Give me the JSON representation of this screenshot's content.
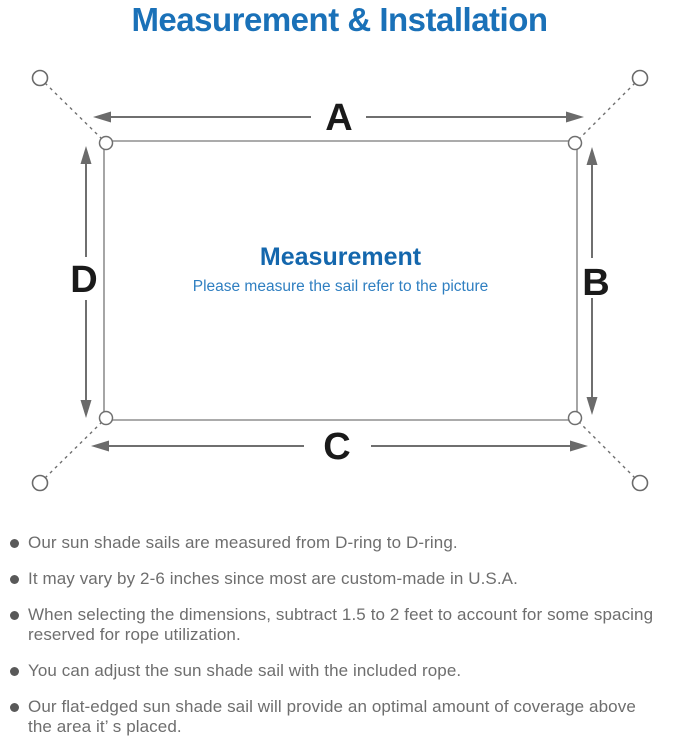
{
  "title": {
    "text": "Measurement & Installation",
    "color": "#1a71b8"
  },
  "diagram": {
    "labels": {
      "top": "A",
      "right": "B",
      "bottom": "C",
      "left": "D"
    },
    "center": {
      "heading": "Measurement",
      "subheading": "Please measure the sail refer to the picture",
      "heading_color": "#1467ad",
      "subheading_color": "#2f7fc1"
    },
    "colors": {
      "sail_outline": "#8f8f8f",
      "arrow_line": "#6f6f6f",
      "label_text": "#1a1a1a"
    }
  },
  "notes": {
    "text_color": "#6e6e6e",
    "bullet_color": "#595959",
    "items": [
      "Our sun shade sails are measured from D-ring to D-ring.",
      "It may vary by 2-6 inches since most are custom-made in U.S.A.",
      "When selecting the dimensions, subtract 1.5 to 2 feet to account for some spacing reserved for rope utilization.",
      "You can adjust the sun shade sail with the included rope.",
      "Our flat-edged sun shade sail will provide an optimal amount of coverage above the area it’ s placed."
    ]
  }
}
